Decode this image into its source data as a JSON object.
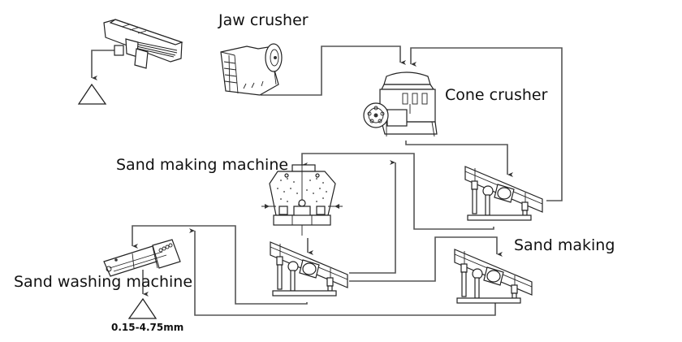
{
  "diagram": {
    "type": "process-flow",
    "labels": {
      "jaw_crusher": "Jaw crusher",
      "cone_crusher": "Cone crusher",
      "sand_making_machine": "Sand making machine",
      "sand_making": "Sand making",
      "sand_washing_machine": "Sand washing machine",
      "output_size": "0.15-4.75mm"
    },
    "nodes": [
      {
        "id": "vibrating-feeder",
        "name": "Vibrating feeder"
      },
      {
        "id": "jaw-crusher",
        "name": "Jaw crusher"
      },
      {
        "id": "cone-crusher",
        "name": "Cone crusher"
      },
      {
        "id": "screen-1",
        "name": "Vibrating screen (cone circuit)"
      },
      {
        "id": "sand-making-machine",
        "name": "Sand making machine"
      },
      {
        "id": "screen-2",
        "name": "Vibrating screen (sand making circuit)"
      },
      {
        "id": "screen-3",
        "name": "Vibrating screen (sand making)"
      },
      {
        "id": "sand-washing-machine",
        "name": "Sand washing machine"
      },
      {
        "id": "feeder-stockpile",
        "name": "Stockpile"
      },
      {
        "id": "product-stockpile",
        "name": "Product stockpile"
      }
    ],
    "edges": [
      {
        "from": "vibrating-feeder",
        "to": "feeder-stockpile"
      },
      {
        "from": "jaw-crusher",
        "to": "cone-crusher"
      },
      {
        "from": "cone-crusher",
        "to": "screen-1"
      },
      {
        "from": "screen-1",
        "to": "cone-crusher"
      },
      {
        "from": "screen-1",
        "to": "sand-making-machine"
      },
      {
        "from": "sand-making-machine",
        "to": "screen-2"
      },
      {
        "from": "screen-2",
        "to": "sand-making-machine"
      },
      {
        "from": "screen-2",
        "to": "screen-3"
      },
      {
        "from": "screen-2",
        "to": "sand-washing-machine"
      },
      {
        "from": "screen-3",
        "to": "sand-washing-machine"
      },
      {
        "from": "sand-washing-machine",
        "to": "product-stockpile"
      }
    ]
  }
}
